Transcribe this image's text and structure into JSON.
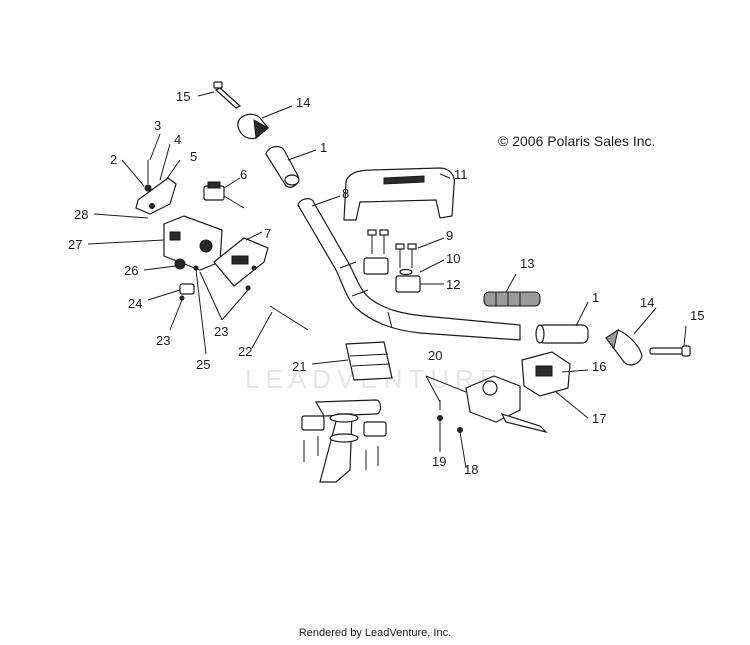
{
  "copyright": "© 2006 Polaris Sales Inc.",
  "footer": "Rendered by LeadVenture, Inc.",
  "watermark": "LEADVENTURE",
  "callouts": {
    "c1a": "1",
    "c1b": "1",
    "c2": "2",
    "c3": "3",
    "c4": "4",
    "c5": "5",
    "c6": "6",
    "c7": "7",
    "c8": "8",
    "c9": "9",
    "c10": "10",
    "c11": "11",
    "c12": "12",
    "c13": "13",
    "c14a": "14",
    "c14b": "14",
    "c15a": "15",
    "c15b": "15",
    "c16": "16",
    "c17": "17",
    "c18": "18",
    "c19": "19",
    "c20": "20",
    "c21": "21",
    "c22": "22",
    "c23a": "23",
    "c23b": "23",
    "c24": "24",
    "c25": "25",
    "c26": "26",
    "c27": "27",
    "c28": "28"
  }
}
